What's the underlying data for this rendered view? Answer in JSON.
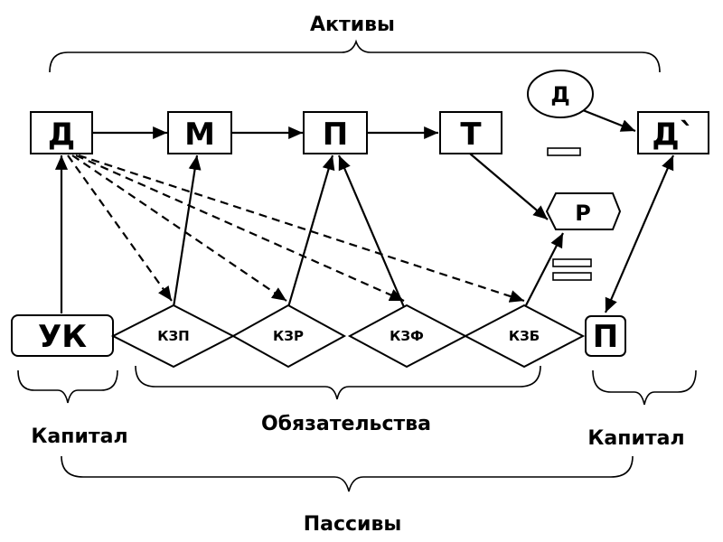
{
  "groups": {
    "assets": "Активы",
    "liabilities": "Обязательства",
    "capital_left": "Капитал",
    "capital_right": "Капитал",
    "passives": "Пассивы"
  },
  "nodes": {
    "d": "Д",
    "m": "М",
    "p": "П",
    "t": "Т",
    "d_prime": "Д`",
    "d_circle": "Д",
    "r": "Р",
    "uk": "УК",
    "kzp": "КЗП",
    "kzr": "КЗР",
    "kzf": "КЗФ",
    "kzb": "КЗБ",
    "p_right": "П"
  }
}
